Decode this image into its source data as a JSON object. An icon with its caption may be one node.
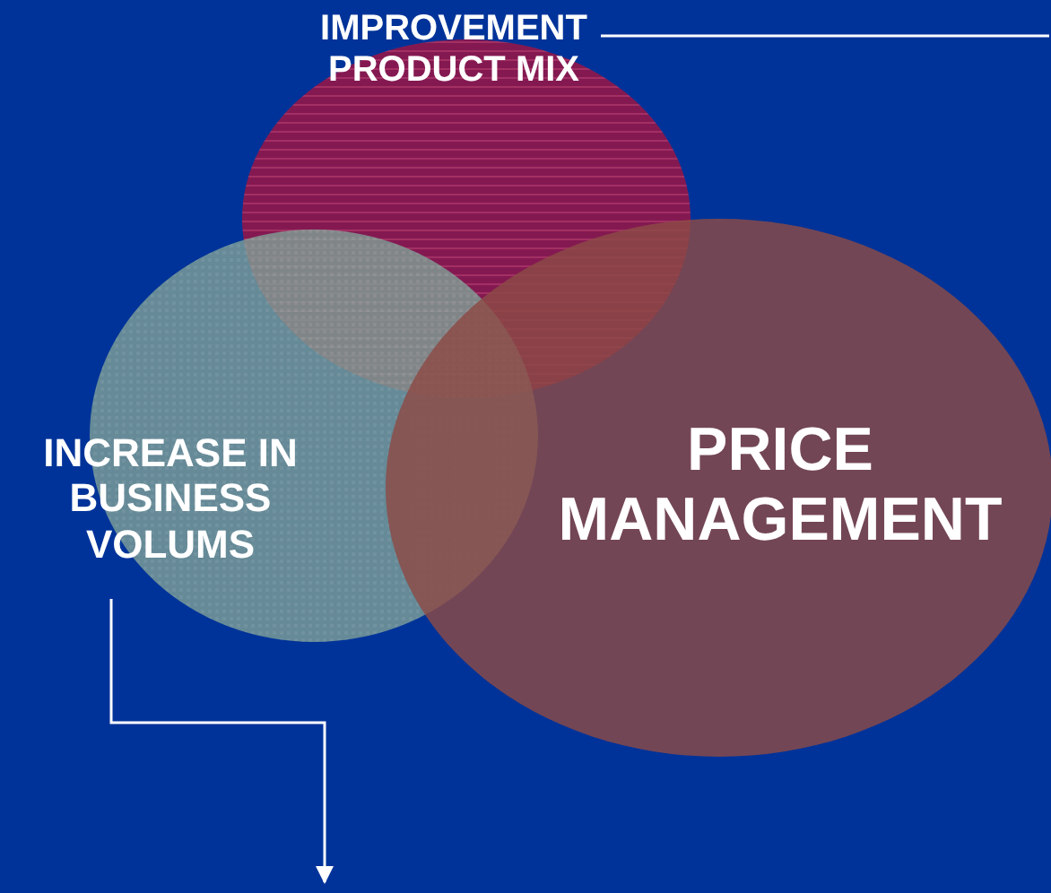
{
  "diagram": {
    "nodes": [
      {
        "text": [
          "IMPROVEMENT PRODUCT MIX"
        ]
      },
      {
        "text": [
          "INCREASE IN BUSINESS VOLUMS"
        ]
      },
      {
        "text": [
          "PRICE MANAGEMENT"
        ]
      }
    ],
    "edges": [
      {
        "from": 0,
        "to": null,
        "arrow": "none"
      },
      {
        "from": 1,
        "to": null,
        "arrow": "to"
      }
    ]
  }
}
